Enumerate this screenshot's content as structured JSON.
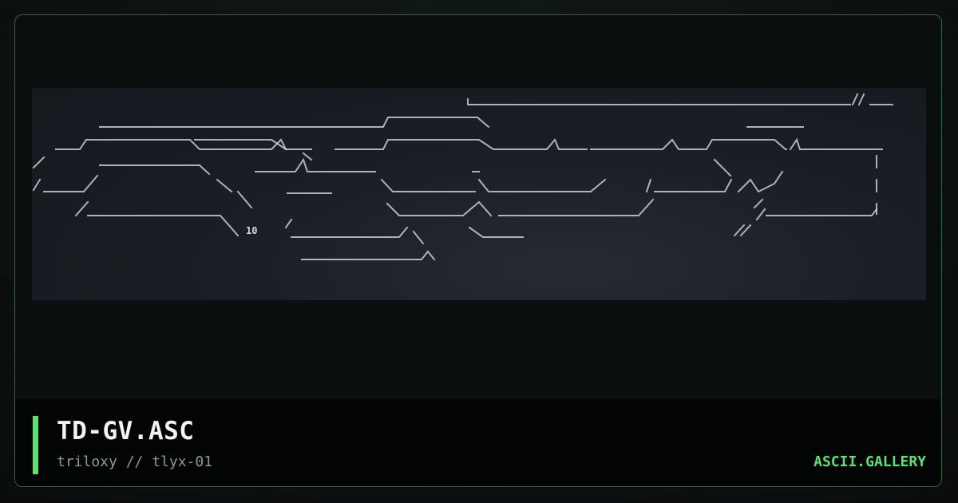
{
  "artwork": {
    "title": "TD-GV.ASC",
    "byline": "triloxy // tlyx-01",
    "embedded_text": "10",
    "image_icon": "ascii-art-image"
  },
  "brand": {
    "name": "ASCII.GALLERY"
  },
  "colors": {
    "accent": "#5ee06f",
    "border": "#2f6b36",
    "background": "#0b0e0e",
    "art_panel": "#1a1f25",
    "art_stroke": "#c9cdd2",
    "footer_bg": "#030404"
  }
}
